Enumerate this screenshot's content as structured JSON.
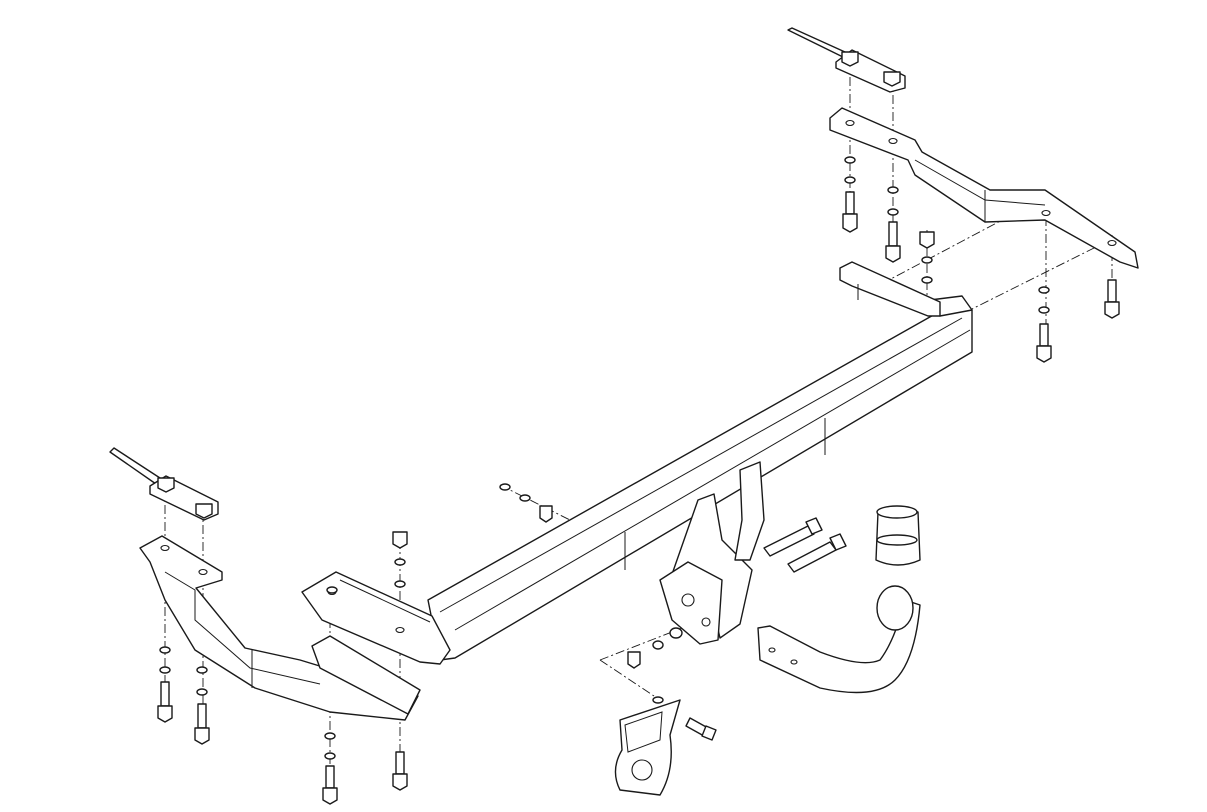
{
  "diagram": {
    "kind": "exploded-assembly-drawing",
    "line_color": "#1a1a1a",
    "background_color": "#ffffff",
    "text_labels": [],
    "parts": [
      "main-crossbar",
      "left-side-bracket",
      "right-side-bracket",
      "left-chassis-strap",
      "right-chassis-strap",
      "center-mounting-plate",
      "tow-ball-neck",
      "tow-ball-cap",
      "socket-plate",
      "fastener-set"
    ]
  }
}
